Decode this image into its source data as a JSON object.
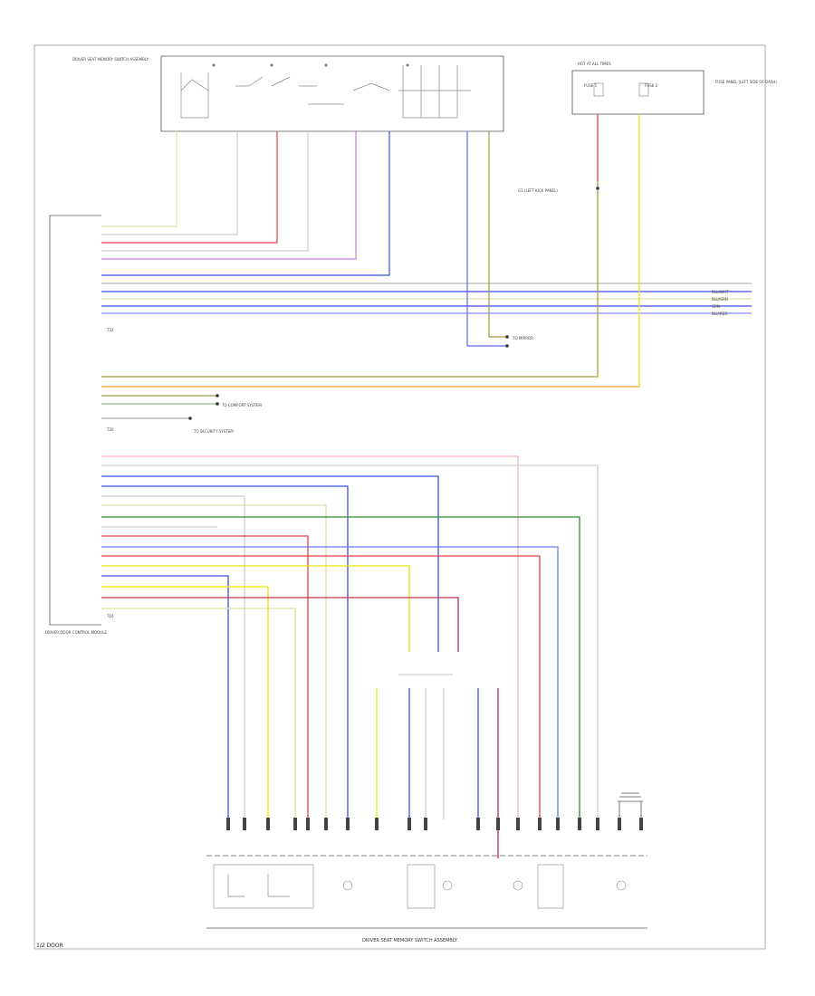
{
  "diagram": {
    "top_module_label": "DRIVER SEAT MEMORY SWITCH ASSEMBLY",
    "fuse_header": "HOT AT ALL TIMES",
    "fuse_panel_label": "FUSE PANEL (LEFT SIDE OF DASH)",
    "fuse_a": "FUSE 1",
    "fuse_b": "FUSE 2",
    "left_module_label": "DRIVER DOOR CONTROL MODULE",
    "bottom_module_label": "DRIVER SEAT MEMORY SWITCH ASSEMBLY",
    "page_ref": "1/2 DOOR",
    "note_ground": "G1 (LEFT KICK PANEL)",
    "note_to_mirror": "TO MIRROR",
    "note_to_comfort": "TO COMFORT SYSTEM",
    "note_to_security": "TO SECURITY SYSTEM",
    "right_wire_tags": [
      "BLU/WHT",
      "BLU/GRN",
      "GRN",
      "BLU/RED"
    ],
    "pin_header_a": "T32",
    "pin_header_b": "T20",
    "pin_header_c": "T16",
    "colors": {
      "yellow": "#e6e600",
      "red": "#e8404a",
      "blue": "#3a4ee8",
      "violet": "#9b59d9",
      "pink": "#f07da8",
      "orange": "#f5a04a",
      "green": "#2f8a2f",
      "olive": "#8a8a2a",
      "gray": "#888888",
      "light_gray": "#cfcfcf"
    }
  }
}
